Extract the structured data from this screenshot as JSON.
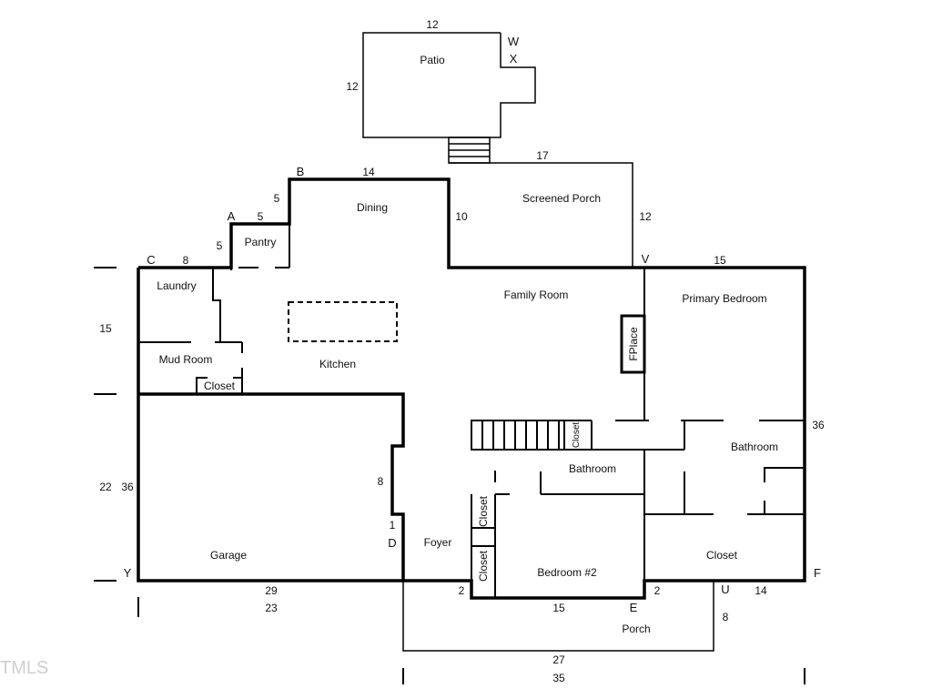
{
  "rooms": {
    "patio": "Patio",
    "screened_porch": "Screened Porch",
    "dining": "Dining",
    "pantry": "Pantry",
    "laundry": "Laundry",
    "mud_room": "Mud Room",
    "closet_mud": "Closet",
    "kitchen": "Kitchen",
    "family_room": "Family Room",
    "primary_bedroom": "Primary Bedroom",
    "fplace": "FPlace",
    "closet_stair": "Closet",
    "bathroom_center": "Bathroom",
    "bathroom_right": "Bathroom",
    "closet_a": "Closet",
    "closet_b": "Closet",
    "bedroom_2": "Bedroom #2",
    "closet_right": "Closet",
    "garage": "Garage",
    "foyer": "Foyer",
    "porch": "Porch"
  },
  "points": {
    "W": "W",
    "X": "X",
    "A": "A",
    "B": "B",
    "C": "C",
    "V": "V",
    "D": "D",
    "E": "E",
    "U": "U",
    "F": "F",
    "Y": "Y"
  },
  "dims": {
    "patio_top": "12",
    "patio_left": "12",
    "porch_top": "17",
    "porch_left": "10",
    "porch_right": "12",
    "dining_top": "14",
    "dining_left": "5",
    "pantry_top": "5",
    "pantry_left": "5",
    "laundry_top": "8",
    "right_top": "15",
    "left_15": "15",
    "right_36": "36",
    "left_22": "22",
    "left_36": "36",
    "garage_8": "8",
    "garage_1": "1",
    "foyer_2": "2",
    "bed_15": "15",
    "bed_2": "2",
    "closet_14": "14",
    "porch_8": "8",
    "bottom_29": "29",
    "bottom_23": "23",
    "porch_27": "27",
    "bottom_35": "35"
  },
  "watermark": "TMLS"
}
